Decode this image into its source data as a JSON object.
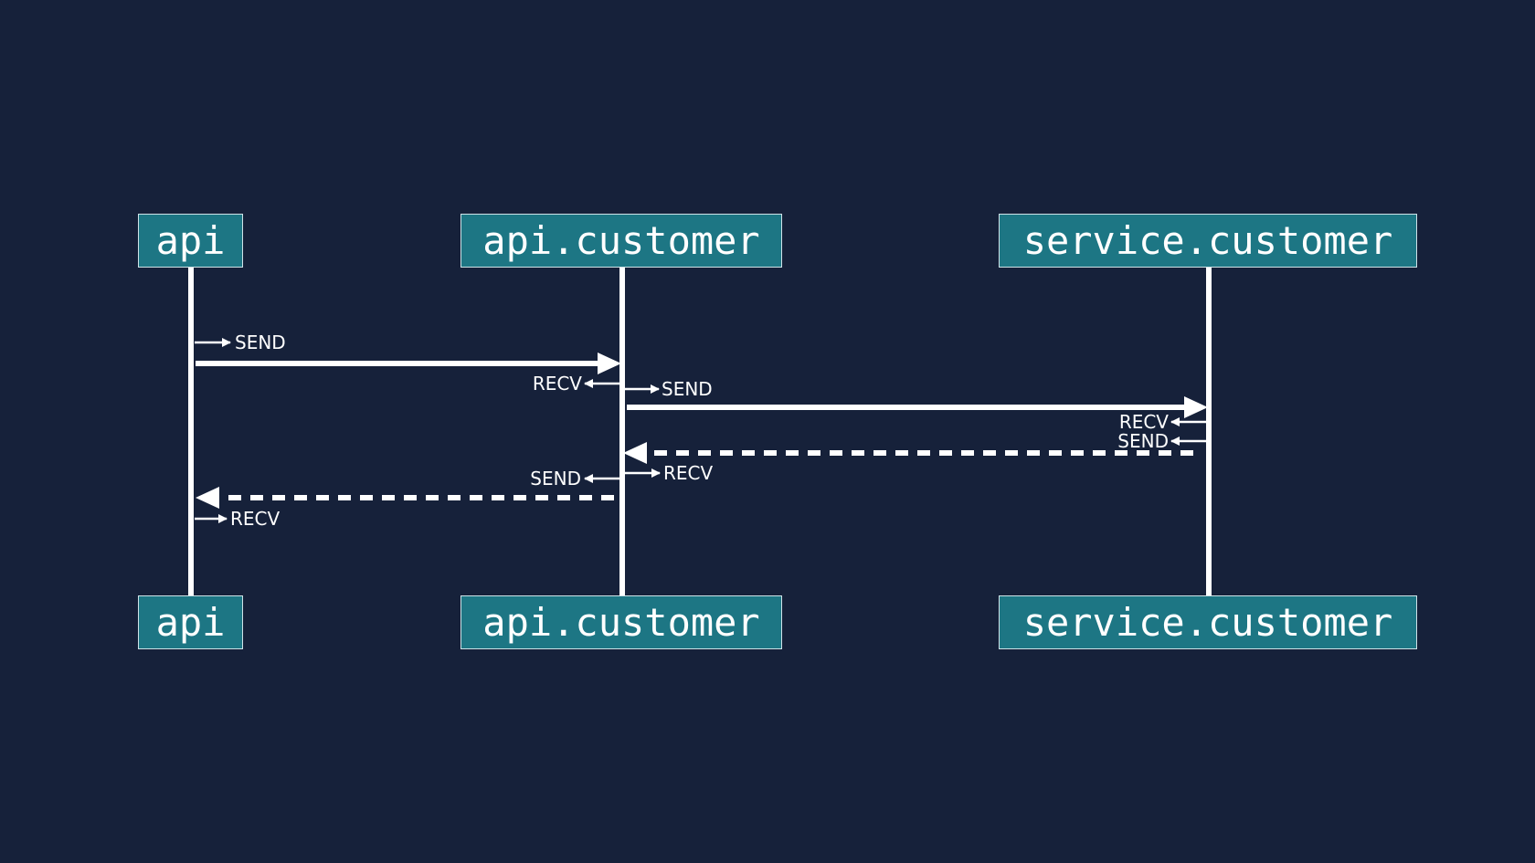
{
  "participants": [
    {
      "id": "api",
      "label": "api"
    },
    {
      "id": "api_customer",
      "label": "api.customer"
    },
    {
      "id": "service_customer",
      "label": "service.customer"
    }
  ],
  "messages": [
    {
      "from": "api",
      "to": "api_customer",
      "style": "solid"
    },
    {
      "from": "api_customer",
      "to": "service_customer",
      "style": "solid"
    },
    {
      "from": "service_customer",
      "to": "api_customer",
      "style": "dashed"
    },
    {
      "from": "api_customer",
      "to": "api",
      "style": "dashed"
    }
  ],
  "event_labels": {
    "api_send": "SEND",
    "apicust_recv_request": "RECV",
    "apicust_send_request": "SEND",
    "svc_recv_request": "RECV",
    "svc_send_response": "SEND",
    "apicust_send_response": "SEND",
    "apicust_recv_response": "RECV",
    "api_recv": "RECV"
  },
  "colors": {
    "background": "#16213a",
    "participant_fill": "#1d7684",
    "line": "#ffffff"
  }
}
